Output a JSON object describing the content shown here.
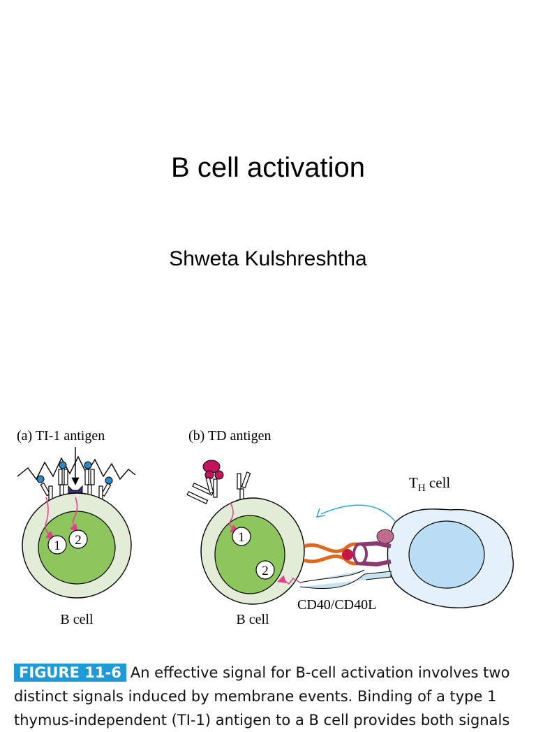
{
  "slide": {
    "title": "B cell activation",
    "author": "Shweta Kulshreshtha"
  },
  "figure": {
    "panel_a": {
      "label": "(a)  TI-1 antigen",
      "cell_label": "B cell",
      "signals": [
        "1",
        "2"
      ]
    },
    "panel_b": {
      "label": "(b)  TD antigen",
      "cell_label": "B cell",
      "th_cell_label": "T",
      "th_cell_sub": "H",
      "th_cell_suffix": " cell",
      "receptor_label": "CD40/CD40L",
      "signals": [
        "1",
        "2"
      ]
    },
    "caption": {
      "figure_label": "FIGURE 11-6",
      "text_line1": "An effective signal for B-cell activation involves two",
      "text_line2": "distinct signals induced by membrane events. Binding of a type 1",
      "text_line3": "thymus-independent (TI-1) antigen to a B cell provides both signals"
    },
    "colors": {
      "cell_outer": "#e2ecd6",
      "cell_inner": "#8ec65e",
      "th_outer": "#e4f1fb",
      "th_inner": "#b8ddf4",
      "signal_arrow": "#e2408a",
      "caption_label_bg": "#1f9ad6"
    }
  }
}
